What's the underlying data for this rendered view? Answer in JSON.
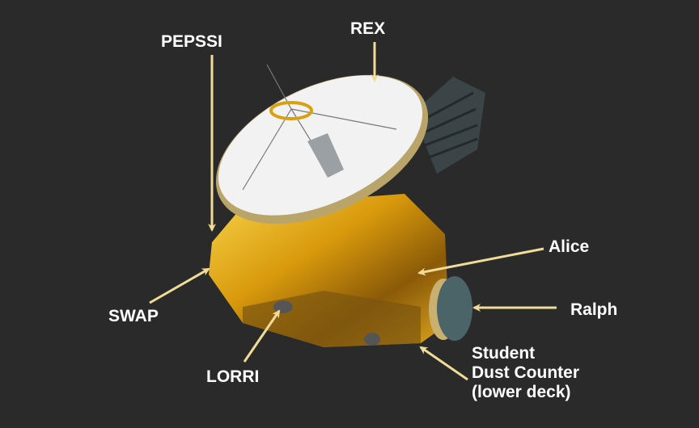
{
  "labels": {
    "rex": "REX",
    "pepssi": "PEPSSI",
    "alice": "Alice",
    "ralph": "Ralph",
    "swap": "SWAP",
    "lorri": "LORRI",
    "sdc_line1": "Student",
    "sdc_line2": "Dust Counter",
    "sdc_line3": "(lower deck)"
  },
  "colors": {
    "background": "#2a2a2a",
    "arrow": "#f0dc96",
    "label": "#ffffff",
    "gold_foil": "#d9a010",
    "dish": "#f2f2f2",
    "ralph": "#4a6468"
  }
}
